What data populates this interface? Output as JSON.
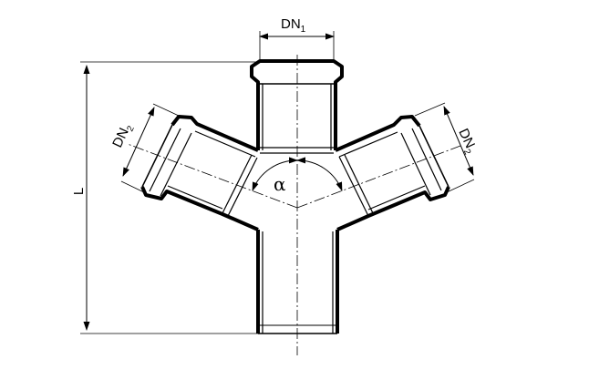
{
  "labels": {
    "top_diameter": {
      "base": "DN",
      "sub": "1"
    },
    "left_branch_diameter": {
      "base": "DN",
      "sub": "2"
    },
    "right_branch_diameter": {
      "base": "DN",
      "sub": "2"
    },
    "length": "L",
    "angle": "α"
  },
  "colors": {
    "stroke": "#000000",
    "background": "#ffffff"
  }
}
